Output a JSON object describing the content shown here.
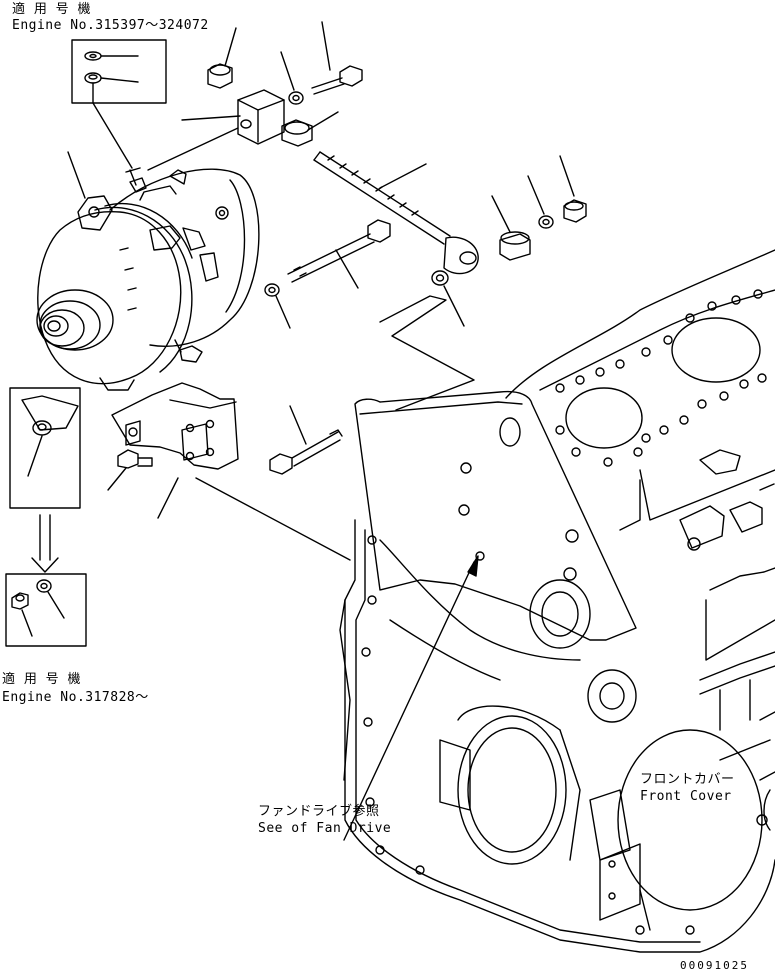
{
  "notes": {
    "top_left": {
      "jp": "適 用 号 機",
      "en": "Engine No.315397～324072"
    },
    "bottom_left": {
      "jp": "適 用 号 機",
      "en": "Engine No.317828～"
    }
  },
  "callouts": {
    "fan_drive": {
      "jp": "ファンドライブ参照",
      "en": "See of Fan Drive"
    },
    "front_cover": {
      "jp": "フロントカバー",
      "en": "Front Cover"
    }
  },
  "drawing_number": "00091025",
  "colors": {
    "line": "#000000",
    "background": "#ffffff"
  }
}
